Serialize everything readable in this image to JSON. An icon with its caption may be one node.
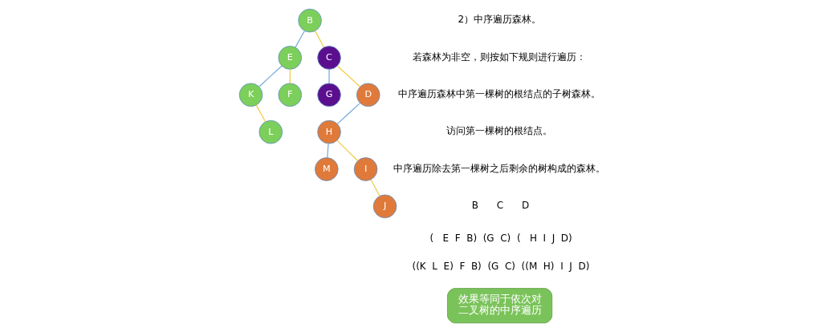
{
  "diagram": {
    "nodes": [
      {
        "text": [
          "B"
        ]
      },
      {
        "text": [
          "E"
        ]
      },
      {
        "text": [
          "C"
        ]
      },
      {
        "text": [
          "K"
        ]
      },
      {
        "text": [
          "F"
        ]
      },
      {
        "text": [
          "G"
        ]
      },
      {
        "text": [
          "D"
        ]
      },
      {
        "text": [
          "L"
        ]
      },
      {
        "text": [
          "H"
        ]
      },
      {
        "text": [
          "M"
        ]
      },
      {
        "text": [
          "I"
        ]
      },
      {
        "text": [
          "J"
        ]
      },
      {
        "text": [
          "效果等同于依次对二叉树的中序遍历"
        ]
      }
    ],
    "edges": [
      {
        "from": 0,
        "to": 1,
        "arrow": "none",
        "color": "#6fa8dc"
      },
      {
        "from": 0,
        "to": 2,
        "arrow": "none"
      },
      {
        "from": 1,
        "to": 3,
        "arrow": "none",
        "color": "#6fa8dc"
      },
      {
        "from": 1,
        "to": 4,
        "arrow": "none"
      },
      {
        "from": 3,
        "to": 7,
        "arrow": "none"
      },
      {
        "from": 2,
        "to": 5,
        "arrow": "none",
        "color": "#6fa8dc"
      },
      {
        "from": 2,
        "to": 6,
        "arrow": "none"
      },
      {
        "from": 6,
        "to": 8,
        "arrow": "none",
        "color": "#6fa8dc"
      },
      {
        "from": 8,
        "to": 9,
        "arrow": "none",
        "color": "#6fa8dc"
      },
      {
        "from": 8,
        "to": 10,
        "arrow": "none"
      },
      {
        "from": 10,
        "to": 11,
        "arrow": "none"
      }
    ],
    "labels": [
      "2）中序遍历森林。",
      "若森林为非空，则按如下规则进行遍历：",
      "中序遍历森林中第一棵树的根结点的子树森林。",
      "访问第一棵树的根结点。",
      "中序遍历除去第一棵树之后剩余的树构成的森林。",
      "B      C      D",
      "(   E  F  B)  (G  C)  (   H  I  J  D)",
      "((K  L  E)  F  B)  (G  C)  ((M  H)  I  J  D)"
    ]
  }
}
